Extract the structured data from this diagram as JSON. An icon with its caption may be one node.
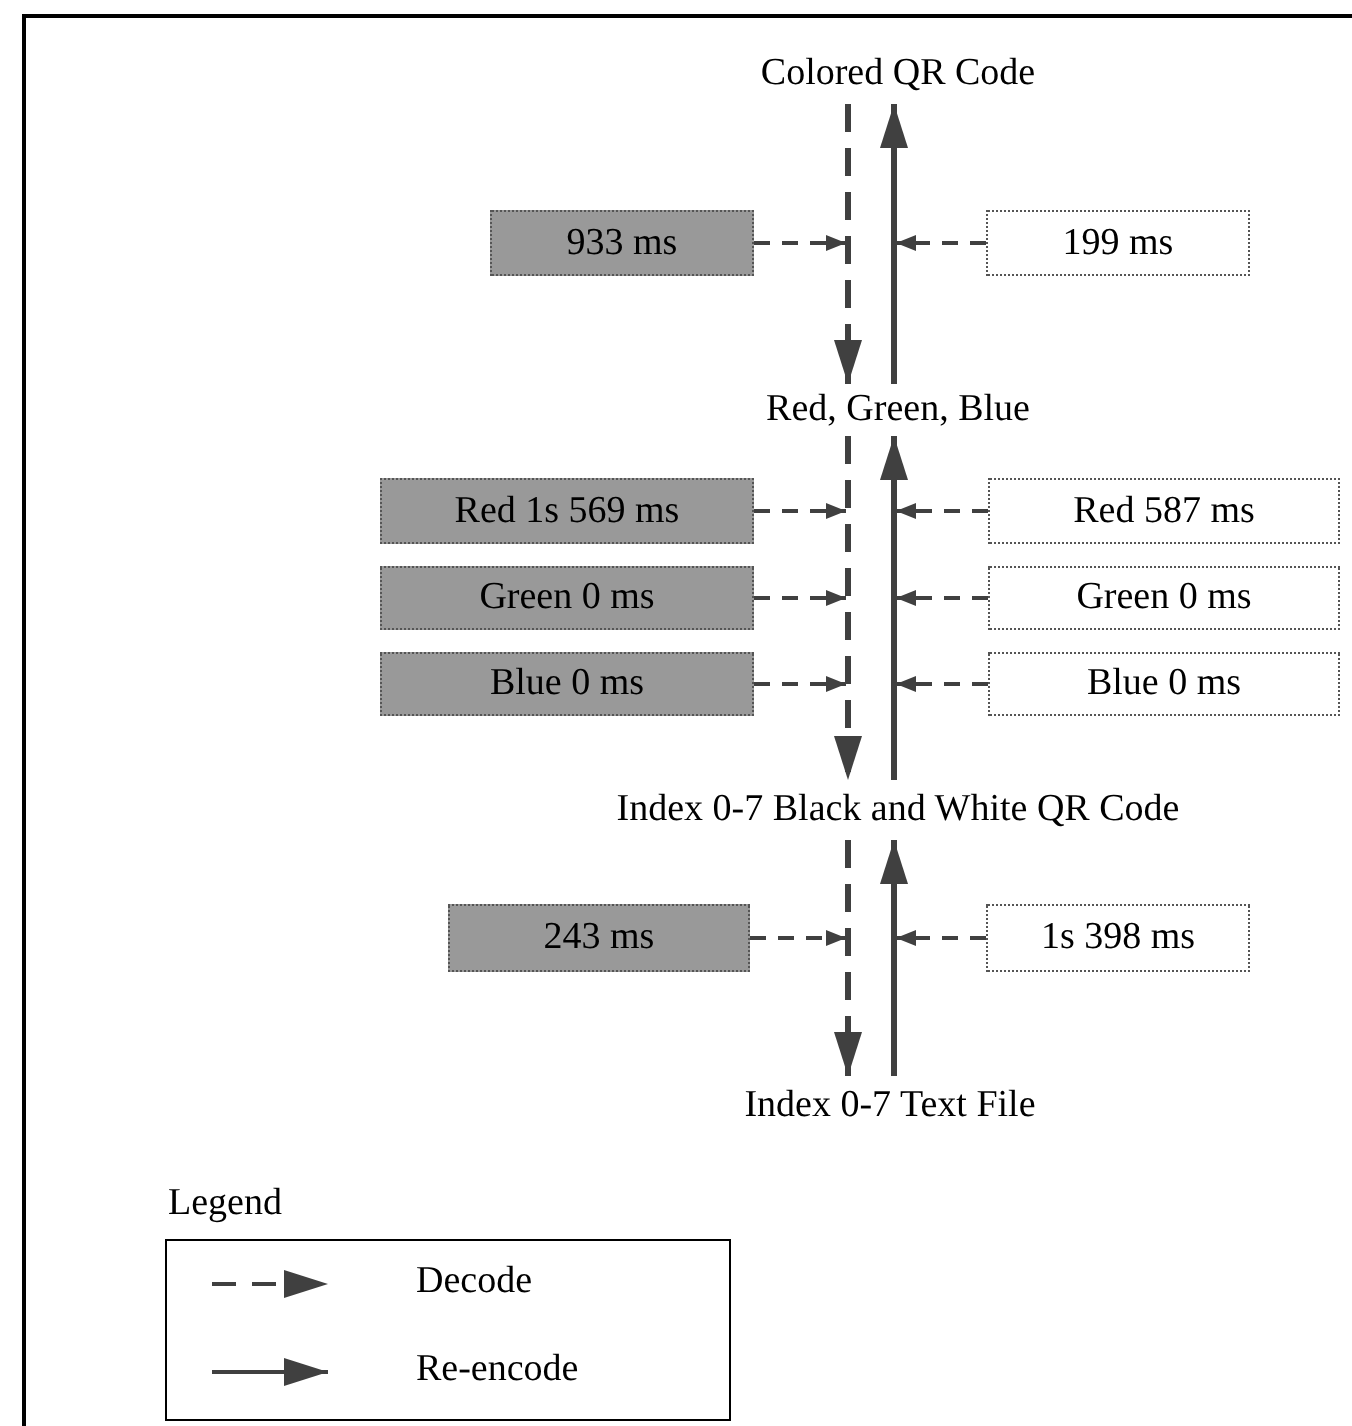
{
  "diagram": {
    "nodes": [
      {
        "text": [
          "Colored QR Code"
        ]
      },
      {
        "text": [
          "Red, Green, Blue"
        ]
      },
      {
        "text": [
          "Index 0-7 Black and White QR Code"
        ]
      },
      {
        "text": [
          "Index 0-7 Text File"
        ]
      },
      {
        "text": [
          "933 ms"
        ]
      },
      {
        "text": [
          "199 ms"
        ]
      },
      {
        "text": [
          "Red 1s 569 ms"
        ]
      },
      {
        "text": [
          "Red 587 ms"
        ]
      },
      {
        "text": [
          "Green 0 ms"
        ]
      },
      {
        "text": [
          "Green 0 ms"
        ]
      },
      {
        "text": [
          "Blue 0 ms"
        ]
      },
      {
        "text": [
          "Blue 0 ms"
        ]
      },
      {
        "text": [
          "243 ms"
        ]
      },
      {
        "text": [
          "1s 398 ms"
        ]
      }
    ],
    "edges": [
      {
        "from": 0,
        "to": 1,
        "arrow": "to",
        "style": "dashed"
      },
      {
        "from": 1,
        "to": 0,
        "arrow": "to"
      },
      {
        "from": 1,
        "to": 2,
        "arrow": "to",
        "style": "dashed"
      },
      {
        "from": 2,
        "to": 1,
        "arrow": "to"
      },
      {
        "from": 2,
        "to": 3,
        "arrow": "to",
        "style": "dashed"
      },
      {
        "from": 3,
        "to": 2,
        "arrow": "to"
      },
      {
        "from": 4,
        "to": null,
        "arrow": "to",
        "style": "dashed"
      },
      {
        "from": 5,
        "to": null,
        "arrow": "to",
        "style": "dashed"
      },
      {
        "from": 6,
        "to": null,
        "arrow": "to",
        "style": "dashed"
      },
      {
        "from": 7,
        "to": null,
        "arrow": "to",
        "style": "dashed"
      },
      {
        "from": 8,
        "to": null,
        "arrow": "to",
        "style": "dashed"
      },
      {
        "from": 9,
        "to": null,
        "arrow": "to",
        "style": "dashed"
      },
      {
        "from": 10,
        "to": null,
        "arrow": "to",
        "style": "dashed"
      },
      {
        "from": 11,
        "to": null,
        "arrow": "to",
        "style": "dashed"
      },
      {
        "from": 12,
        "to": null,
        "arrow": "to",
        "style": "dashed"
      },
      {
        "from": 13,
        "to": null,
        "arrow": "to",
        "style": "dashed"
      }
    ],
    "labels": [
      "Legend"
    ],
    "legend": [
      {
        "text": "Decode"
      },
      {
        "text": "Re-encode"
      }
    ]
  }
}
